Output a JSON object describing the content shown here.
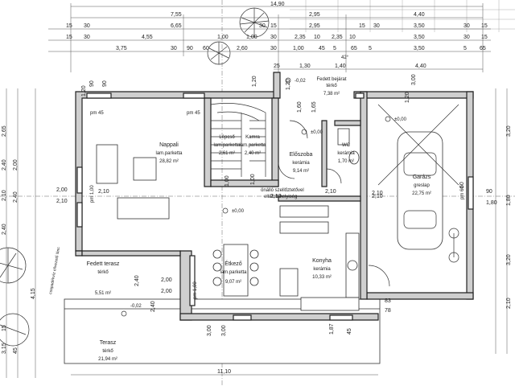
{
  "dimensions": {
    "top_total": "14,90",
    "row1": [
      "7,55",
      "2,95",
      "4,40"
    ],
    "row2": [
      "15",
      "30",
      "6,65",
      "30",
      "15",
      "2,95",
      "15",
      "30",
      "3,50",
      "30",
      "15"
    ],
    "row3": [
      "15",
      "30",
      "4,55",
      "1,00",
      "1,00",
      "30",
      "2,35",
      "10",
      "2,35",
      "10",
      "3,50",
      "30",
      "15"
    ],
    "row4": [
      "3,75",
      "30",
      "90",
      "60",
      "2,60",
      "30",
      "1,00",
      "45",
      "5",
      "65",
      "5",
      "3,50",
      "5",
      "65"
    ],
    "row5": [
      "25",
      "1,30",
      "1,40",
      "4,40"
    ],
    "bottom_total": "11,10",
    "left": [
      "2,65",
      "2,40",
      "2,10",
      "2,40",
      "2,00",
      "2,40",
      "4,15",
      "15",
      "3,15",
      "45"
    ],
    "right": [
      "3,20",
      "1,80",
      "3,20",
      "2,10"
    ],
    "inner": [
      "90",
      "90",
      "1,20",
      "1,60",
      "1,65",
      "3,00",
      "2,10",
      "2,00",
      "2,10",
      "2,10",
      "2,00",
      "2,40",
      "2,00",
      "1,20",
      "3,00",
      "2,10",
      "1,00",
      "2,10",
      "60",
      "2,10",
      "1,00",
      "1,80",
      "90",
      "1,20",
      "1,87",
      "3,00",
      "83",
      "78",
      "2,40",
      "1,20",
      "45"
    ]
  },
  "rooms": [
    {
      "name": "Nappali",
      "material": "lam.parketta",
      "area": "28,82 m²"
    },
    {
      "name": "Lépcső",
      "material": "lam.parketta",
      "area": "2,61 m²"
    },
    {
      "name": "Kamra",
      "material": "lam.parketta",
      "area": "2,40 m²"
    },
    {
      "name": "Előszoba",
      "material": "kerámia",
      "area": "9,14 m²"
    },
    {
      "name": "WC",
      "material": "kerámia",
      "area": "1,70 m²"
    },
    {
      "name": "Fedett bejárat",
      "material": "térkő",
      "area": "7,38 m²"
    },
    {
      "name": "Garázs",
      "material": "greslap",
      "area": "22,75 m²"
    },
    {
      "name": "Étkező",
      "material": "lam.parketta",
      "area": "9,07 m²"
    },
    {
      "name": "Konyha",
      "material": "kerámia",
      "area": "10,33 m²"
    },
    {
      "name": "Fedett terasz",
      "material": "térkő",
      "area": "5,51 m²"
    },
    {
      "name": "Terasz",
      "material": "térkő",
      "area": "21,94 m²"
    }
  ],
  "annotations": {
    "pm45_a": "pm 45",
    "pm45_b": "pm 45",
    "pm100_a": "pm 1,00",
    "pm100_b": "pm 1,00",
    "pm60": "pm 60",
    "level_0": "±0,00",
    "level_0_b": "±0,00",
    "level_0_c": "±0,00",
    "level_m02_a": "-0,02",
    "level_m02_b": "-0,02",
    "slope_42": "42°",
    "vent_line1": "önálló szellőztetővel",
    "vent_line2": "ellátott helyiség",
    "side_note": "csapadékvíz ellvezető lánc"
  }
}
